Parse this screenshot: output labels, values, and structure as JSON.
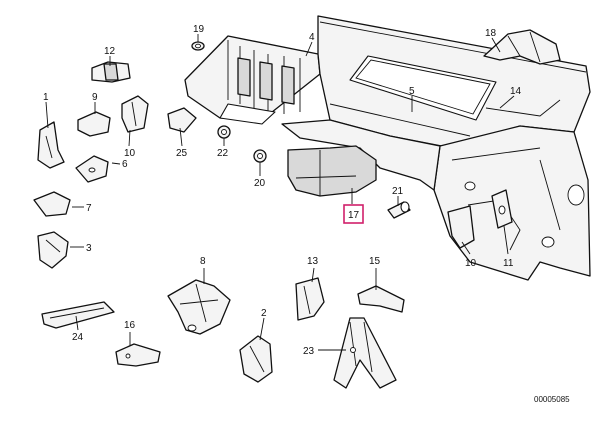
{
  "diagram": {
    "callouts": {
      "c19": "19",
      "c4": "4",
      "c18": "18",
      "c12": "12",
      "c1": "1",
      "c9": "9",
      "c10a": "10",
      "c6": "6",
      "c7": "7",
      "c3": "3",
      "c25": "25",
      "c22": "22",
      "c20": "20",
      "c5": "5",
      "c14": "14",
      "c21": "21",
      "c17": "17",
      "c10b": "10",
      "c11": "11",
      "c8": "8",
      "c13": "13",
      "c15": "15",
      "c2": "2",
      "c24": "24",
      "c16": "16",
      "c23": "23"
    },
    "highlighted_callout": "c17",
    "highlight_color": "#d0206a",
    "drawing_code": "00005085"
  }
}
